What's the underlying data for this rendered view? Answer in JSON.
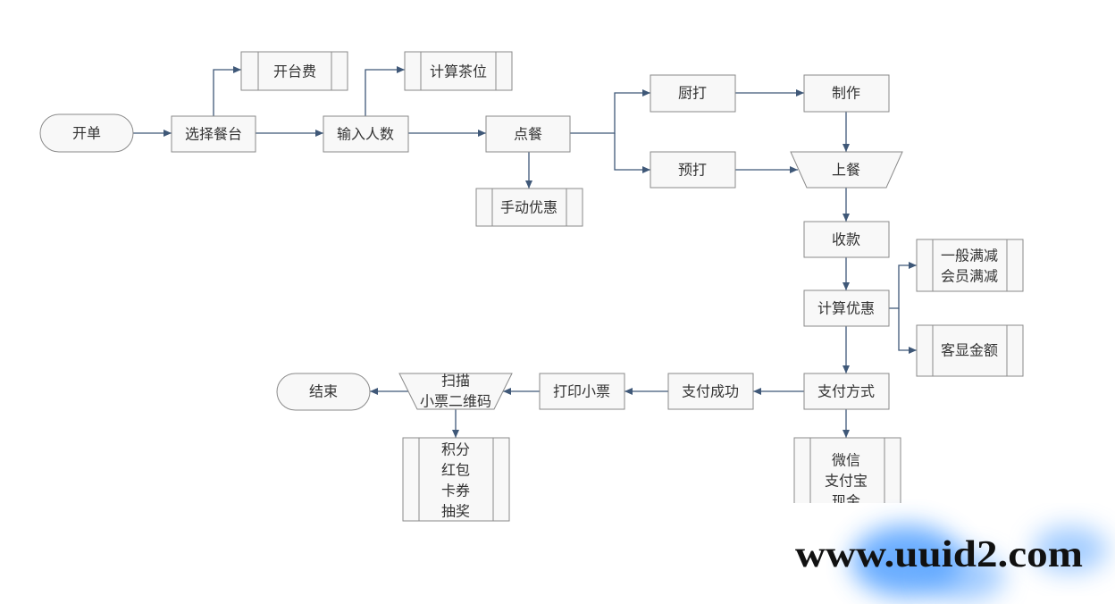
{
  "flowchart": {
    "start": "开单",
    "select_table": "选择餐台",
    "table_fee": "开台费",
    "enter_guests": "输入人数",
    "tea_fee": "计算茶位",
    "order": "点餐",
    "manual_discount": "手动优惠",
    "kitchen_print": "厨打",
    "make": "制作",
    "pre_print": "预打",
    "serve": "上餐",
    "collect_payment": "收款",
    "calc_discount": "计算优惠",
    "discount_types": [
      "一般满减",
      "会员满减"
    ],
    "customer_display": "客显金额",
    "payment_method": "支付方式",
    "payment_options": [
      "微信",
      "支付宝",
      "现金"
    ],
    "payment_success": "支付成功",
    "print_receipt": "打印小票",
    "scan_qr": [
      "扫描",
      "小票二维码"
    ],
    "rewards": [
      "积分",
      "红包",
      "卡券",
      "抽奖"
    ],
    "end": "结束"
  },
  "watermark": {
    "text": "www.uuid2.com"
  },
  "colors": {
    "connector": "#3f5878",
    "node_border": "#8a8a8a",
    "node_fill": "#f8f8f8",
    "text": "#333333",
    "watermark_glow": "#5aa4ff"
  }
}
